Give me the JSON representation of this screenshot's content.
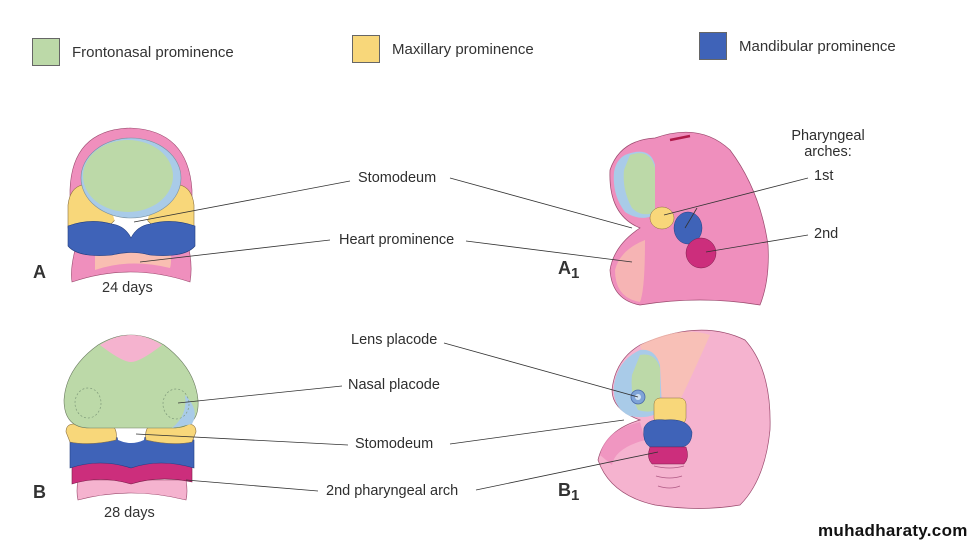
{
  "legend": [
    {
      "label": "Frontonasal prominence",
      "color": "#bcd9a8"
    },
    {
      "label": "Maxillary prominence",
      "color": "#f8d77a"
    },
    {
      "label": "Mandibular prominence",
      "color": "#3f63b8"
    }
  ],
  "panels": {
    "A": {
      "letter": "A",
      "age": "24 days"
    },
    "A1": {
      "letter": "A",
      "subscript": "1"
    },
    "B": {
      "letter": "B",
      "age": "28 days"
    },
    "B1": {
      "letter": "B",
      "subscript": "1"
    }
  },
  "labels": {
    "stomodeum_a": "Stomodeum",
    "heart_prominence": "Heart prominence",
    "pharyngeal_arches_line1": "Pharyngeal",
    "pharyngeal_arches_line2": "arches:",
    "first": "1st",
    "second": "2nd",
    "lens_placode": "Lens placode",
    "nasal_placode": "Nasal placode",
    "stomodeum_b": "Stomodeum",
    "second_pharyngeal_arch": "2nd pharyngeal arch"
  },
  "colors": {
    "pink": "#ef8fbd",
    "light_pink": "#f5b3cf",
    "peach": "#f9c3b0",
    "green": "#bcd9a8",
    "light_blue": "#a9cbe8",
    "yellow": "#f8d77a",
    "blue": "#3f63b8",
    "magenta": "#cc2e7c"
  },
  "watermark": "muhadharaty.com"
}
